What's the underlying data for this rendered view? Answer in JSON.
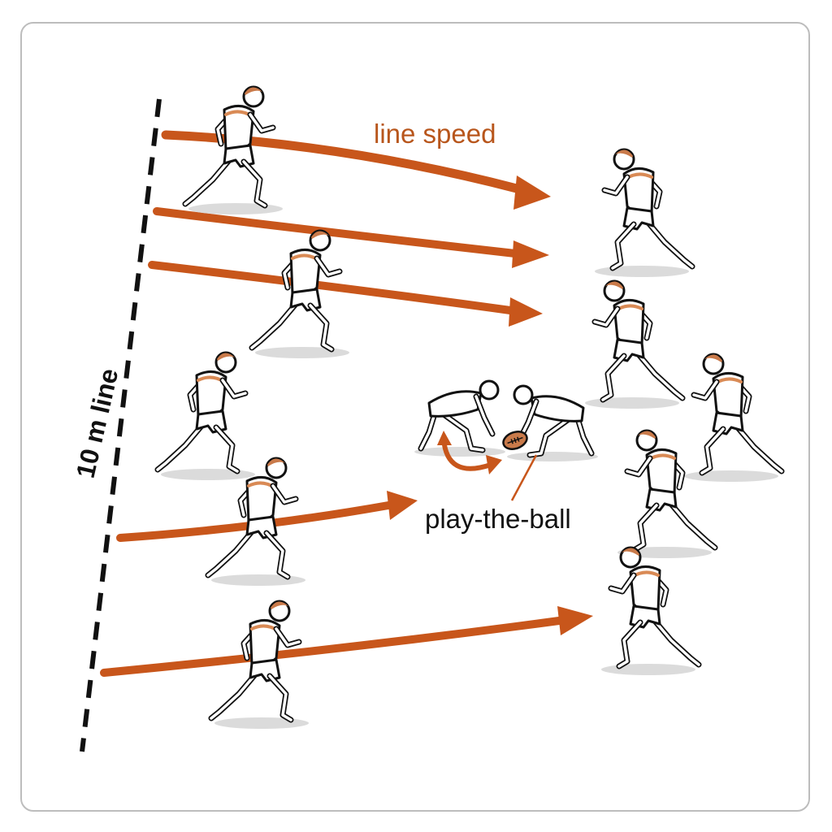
{
  "labels": {
    "line_speed": "line speed",
    "play_the_ball": "play-the-ball",
    "ten_m_line": "10 m line"
  },
  "colors": {
    "arrow": "#c8561b",
    "label_accent": "#b8561c",
    "text": "#111111",
    "line": "#111111",
    "frame": "#bdbdbd",
    "skin": "#c97a4a",
    "trim": "#d98a55"
  },
  "icons": {
    "runner": "rugby-runner-icon",
    "ball": "rugby-ball-icon"
  }
}
